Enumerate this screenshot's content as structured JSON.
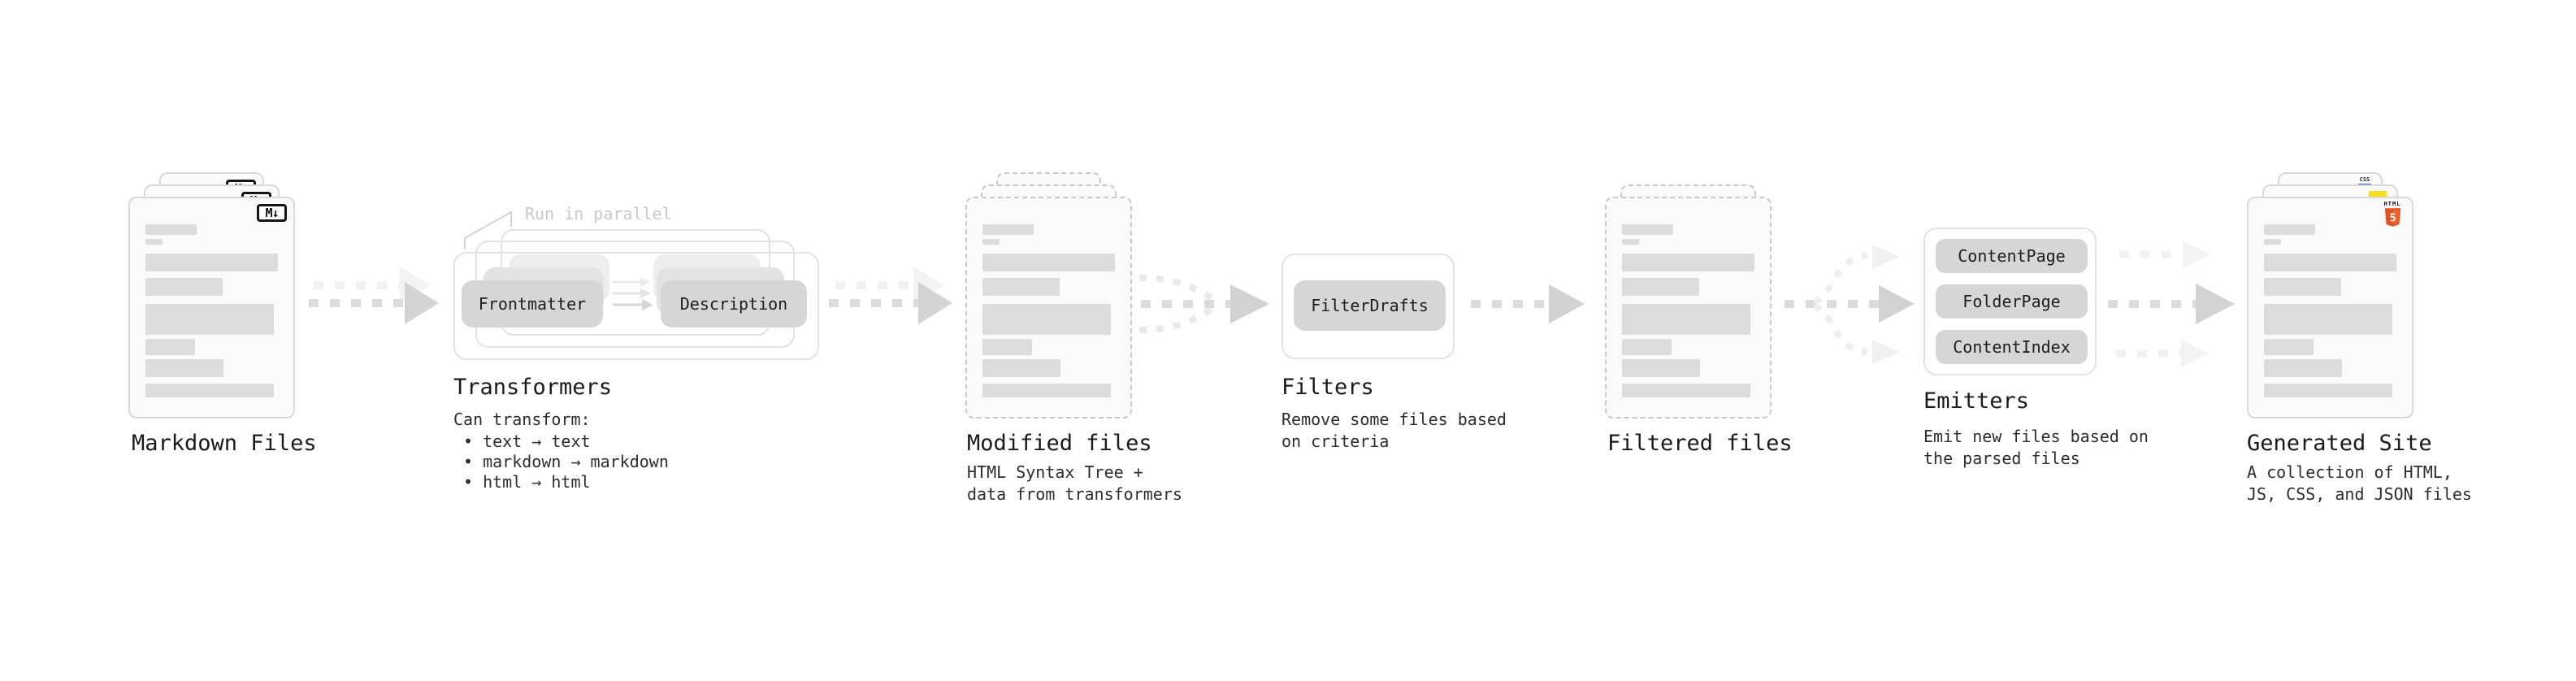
{
  "diagram": {
    "columns": {
      "markdown": {
        "title": "Markdown Files",
        "badge": "M↓"
      },
      "transformers": {
        "title": "Transformers",
        "note": "Run in parallel",
        "pills": [
          "Frontmatter",
          "Description"
        ],
        "heading": "Can transform:",
        "bullets": [
          "• text → text",
          "• markdown → markdown",
          "• html → html"
        ]
      },
      "modified": {
        "title": "Modified files",
        "desc": [
          "HTML Syntax Tree +",
          "data from transformers"
        ]
      },
      "filters": {
        "title": "Filters",
        "pill": "FilterDrafts",
        "desc": [
          "Remove some files based",
          "on criteria"
        ]
      },
      "filtered": {
        "title": "Filtered files"
      },
      "emitters": {
        "title": "Emitters",
        "pills": [
          "ContentPage",
          "FolderPage",
          "ContentIndex"
        ],
        "desc": [
          "Emit new files based on",
          "the parsed files"
        ]
      },
      "generated": {
        "title": "Generated Site",
        "desc": [
          "A collection of HTML,",
          "JS, CSS, and JSON files"
        ],
        "badges": {
          "html_label": "HTML",
          "html_number": "5",
          "css_label": "CSS"
        }
      }
    },
    "colors": {
      "html5_shield": "#e44d26",
      "html5_shield_light": "#f16529",
      "js_yellow": "#f7df1e",
      "css_blue": "#2c5ce5",
      "arrow_gray": "#d4d4d4",
      "arrow_faint": "#f1f1f1",
      "pill_gray": "#d6d6d6",
      "doc_border": "#d9d9d9",
      "note_gray": "#c8c8c8"
    }
  }
}
